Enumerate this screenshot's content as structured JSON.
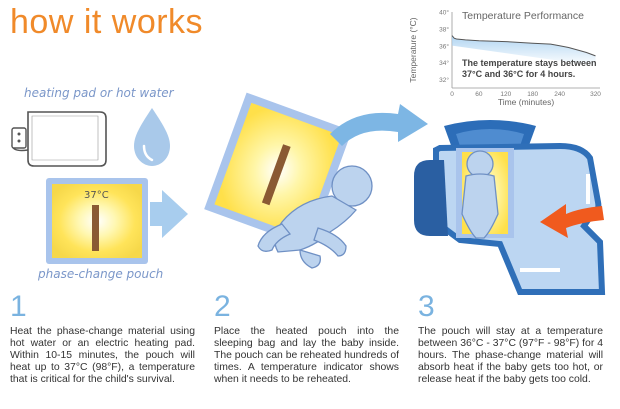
{
  "title": "how it works",
  "heat_sources": {
    "label_heating_pad": "heating pad",
    "label_or": "or",
    "label_hot_water": "hot water",
    "pouch_label": "phase-change pouch",
    "pouch_temp": "37°C"
  },
  "steps": [
    {
      "number": "1",
      "text": "Heat the phase-change material using hot water or an electric heating pad. Within 10-15 minutes, the pouch will heat up to 37°C (98°F), a temperature that is critical for the child's survival."
    },
    {
      "number": "2",
      "text": "Place the heated pouch into the sleeping bag and lay the baby inside. The pouch can be reheated hundreds of times. A temperature indicator shows when it needs to be reheated."
    },
    {
      "number": "3",
      "text": "The pouch will stay at a temperature between 36°C - 37°C (97°F - 98°F) for 4 hours. The phase-change material will absorb heat if the baby gets too hot, or release heat if the baby gets too cold."
    }
  ],
  "colors": {
    "title": "#f08a2a",
    "accent_blue": "#7ab3e0",
    "bag_blue": "#2f6fb8",
    "arrow_orange": "#f05a1e"
  },
  "chart_data": {
    "type": "line",
    "title": "Temperature Performance",
    "xlabel": "Time (minutes)",
    "ylabel": "Temperature (°C)",
    "x_ticks": [
      0,
      60,
      120,
      180,
      240,
      320
    ],
    "y_ticks": [
      32,
      34,
      36,
      38,
      40
    ],
    "xlim": [
      0,
      330
    ],
    "ylim": [
      31,
      40
    ],
    "x": [
      0,
      5,
      10,
      30,
      60,
      120,
      180,
      220,
      240,
      260,
      280,
      300,
      320
    ],
    "y": [
      37.2,
      36.9,
      36.8,
      36.7,
      36.6,
      36.5,
      36.3,
      36.2,
      36.0,
      35.8,
      35.5,
      35.2,
      34.8
    ],
    "annotation": "The temperature stays between 37°C and 36°C for 4 hours.",
    "annotation_line1": "The temperature stays between",
    "annotation_line2": "37°C and 36°C for 4 hours."
  }
}
